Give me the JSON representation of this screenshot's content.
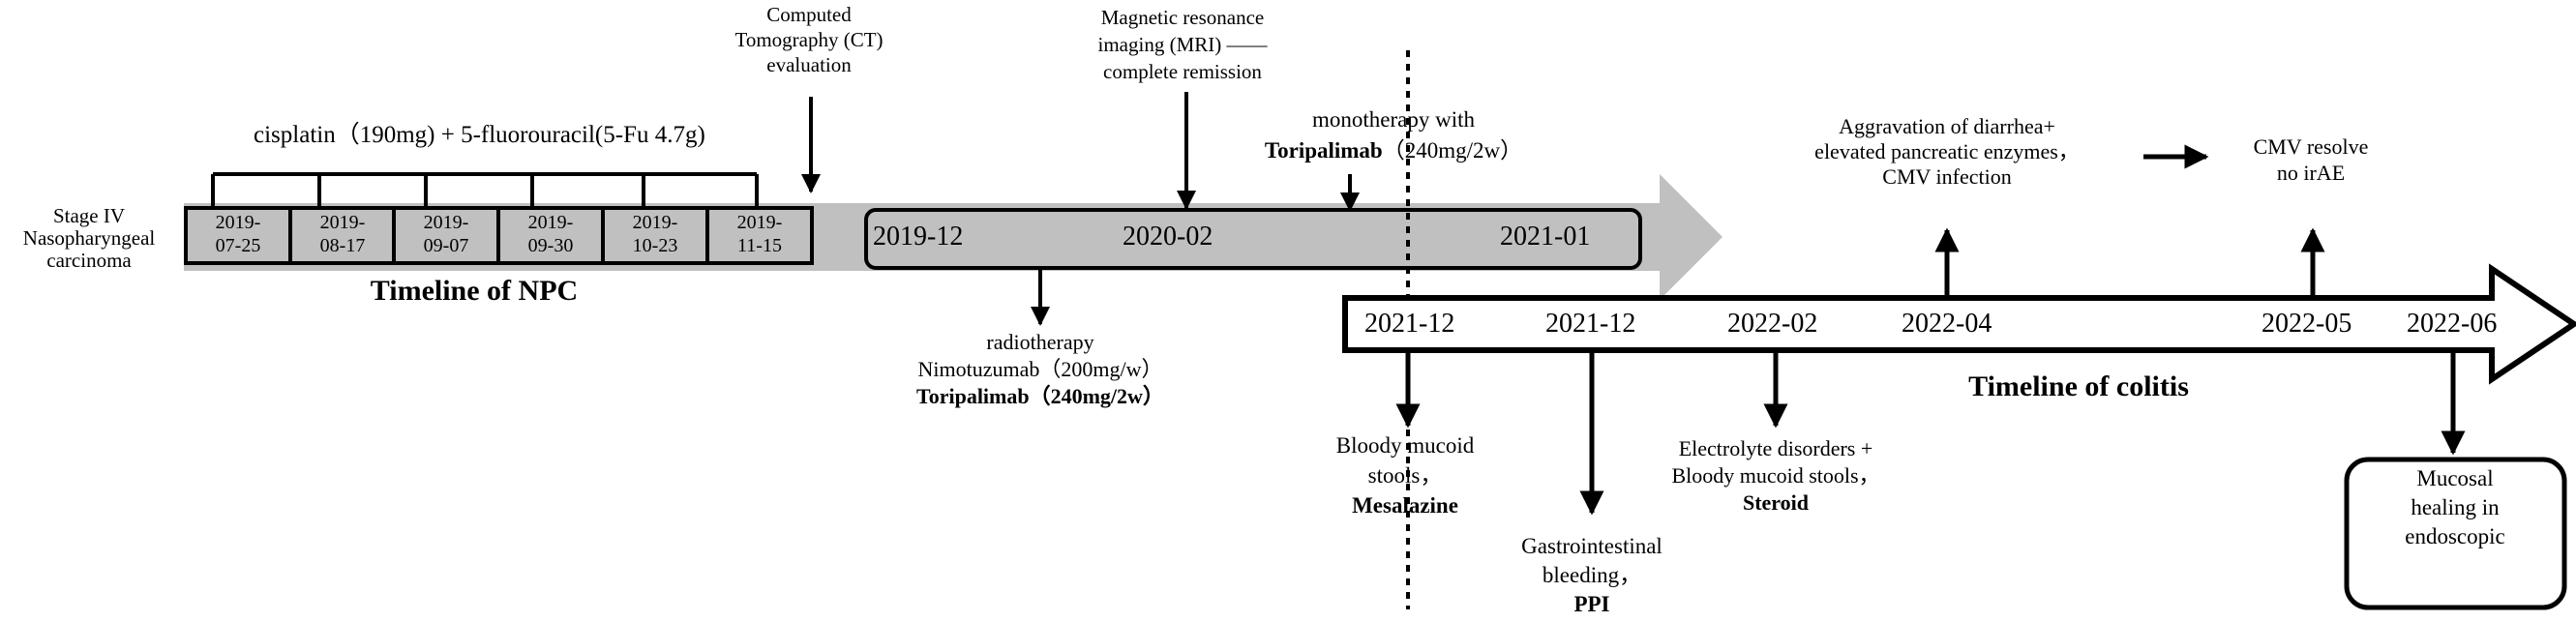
{
  "npc": {
    "stage_label": [
      "Stage IV",
      "Nasopharyngeal",
      "carcinoma"
    ],
    "chemo_regimen": "cisplatin（190mg) + 5-fluorouracil(5-Fu 4.7g)",
    "chemo_dates": [
      [
        "2019-",
        "07-25"
      ],
      [
        "2019-",
        "08-17"
      ],
      [
        "2019-",
        "09-07"
      ],
      [
        "2019-",
        "09-30"
      ],
      [
        "2019-",
        "10-23"
      ],
      [
        "2019-",
        "11-15"
      ]
    ],
    "timeline_title": "Timeline of NPC",
    "ct_eval": [
      "Computed",
      "Tomography (CT)",
      "evaluation"
    ],
    "mri": [
      "Magnetic resonance",
      "imaging (MRI) ——",
      "complete remission"
    ],
    "monotherapy": "monotherapy with",
    "monotherapy_drug": "Toripalimab",
    "monotherapy_dose": "（240mg/2w）",
    "arrow_dates": [
      "2019-12",
      "2020-02",
      "2021-01"
    ],
    "radiotherapy": [
      "radiotherapy",
      "Nimotuzumab（200mg/w）"
    ],
    "radiotherapy_drug": "Toripalimab（240mg/2w）"
  },
  "colitis": {
    "timeline_title": "Timeline of colitis",
    "dates": [
      "2021-12",
      "2021-12",
      "2022-02",
      "2022-04",
      "2022-05",
      "2022-06"
    ],
    "bloody_stools": [
      "Bloody mucoid",
      "stools，"
    ],
    "mesalazine": "Mesalazine",
    "gi_bleeding": [
      "Gastrointestinal",
      "bleeding，"
    ],
    "ppi": "PPI",
    "electrolyte": [
      "Electrolyte disorders +",
      "Bloody mucoid stools，"
    ],
    "steroid": "Steroid",
    "aggravation": [
      "Aggravation of diarrhea+",
      "elevated pancreatic enzymes，",
      "CMV infection"
    ],
    "cmv_resolve": [
      "CMV resolve",
      "no irAE"
    ],
    "mucosal": [
      "Mucosal",
      "healing in",
      "endoscopic"
    ]
  }
}
